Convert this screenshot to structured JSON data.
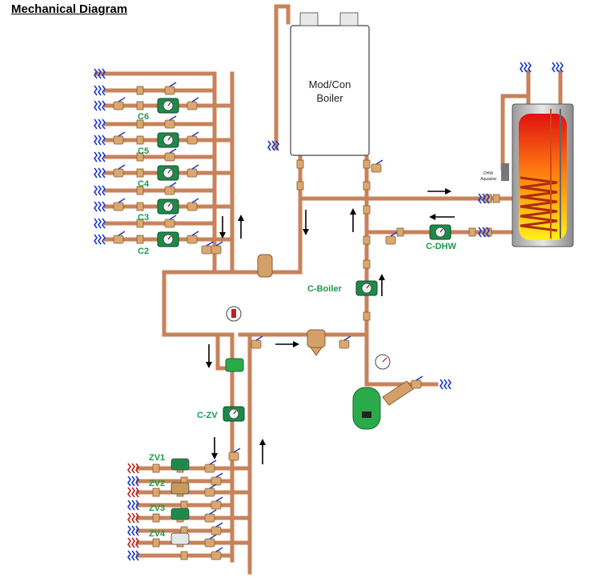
{
  "title": "Mechanical Diagram",
  "boiler": {
    "line1": "Mod/Con",
    "line2": "Boiler"
  },
  "aquastat": {
    "line1": "DHW",
    "line2": "Aquastat"
  },
  "circulators": {
    "c6": "C6",
    "c5": "C5",
    "c4": "C4",
    "c3": "C3",
    "c2": "C2",
    "c_dhw": "C-DHW",
    "c_boiler": "C-Boiler",
    "c_zv": "C-ZV"
  },
  "zone_valves": {
    "zv1": "ZV1",
    "zv2": "ZV2",
    "zv3": "ZV3",
    "zv4": "ZV4"
  },
  "colors": {
    "pipe": "#c8825a",
    "label": "#1a9a4a",
    "pump": "#1e8a4a",
    "break_symbol": "#1a3ac8",
    "expansion_tank": "#2aaa4a"
  }
}
